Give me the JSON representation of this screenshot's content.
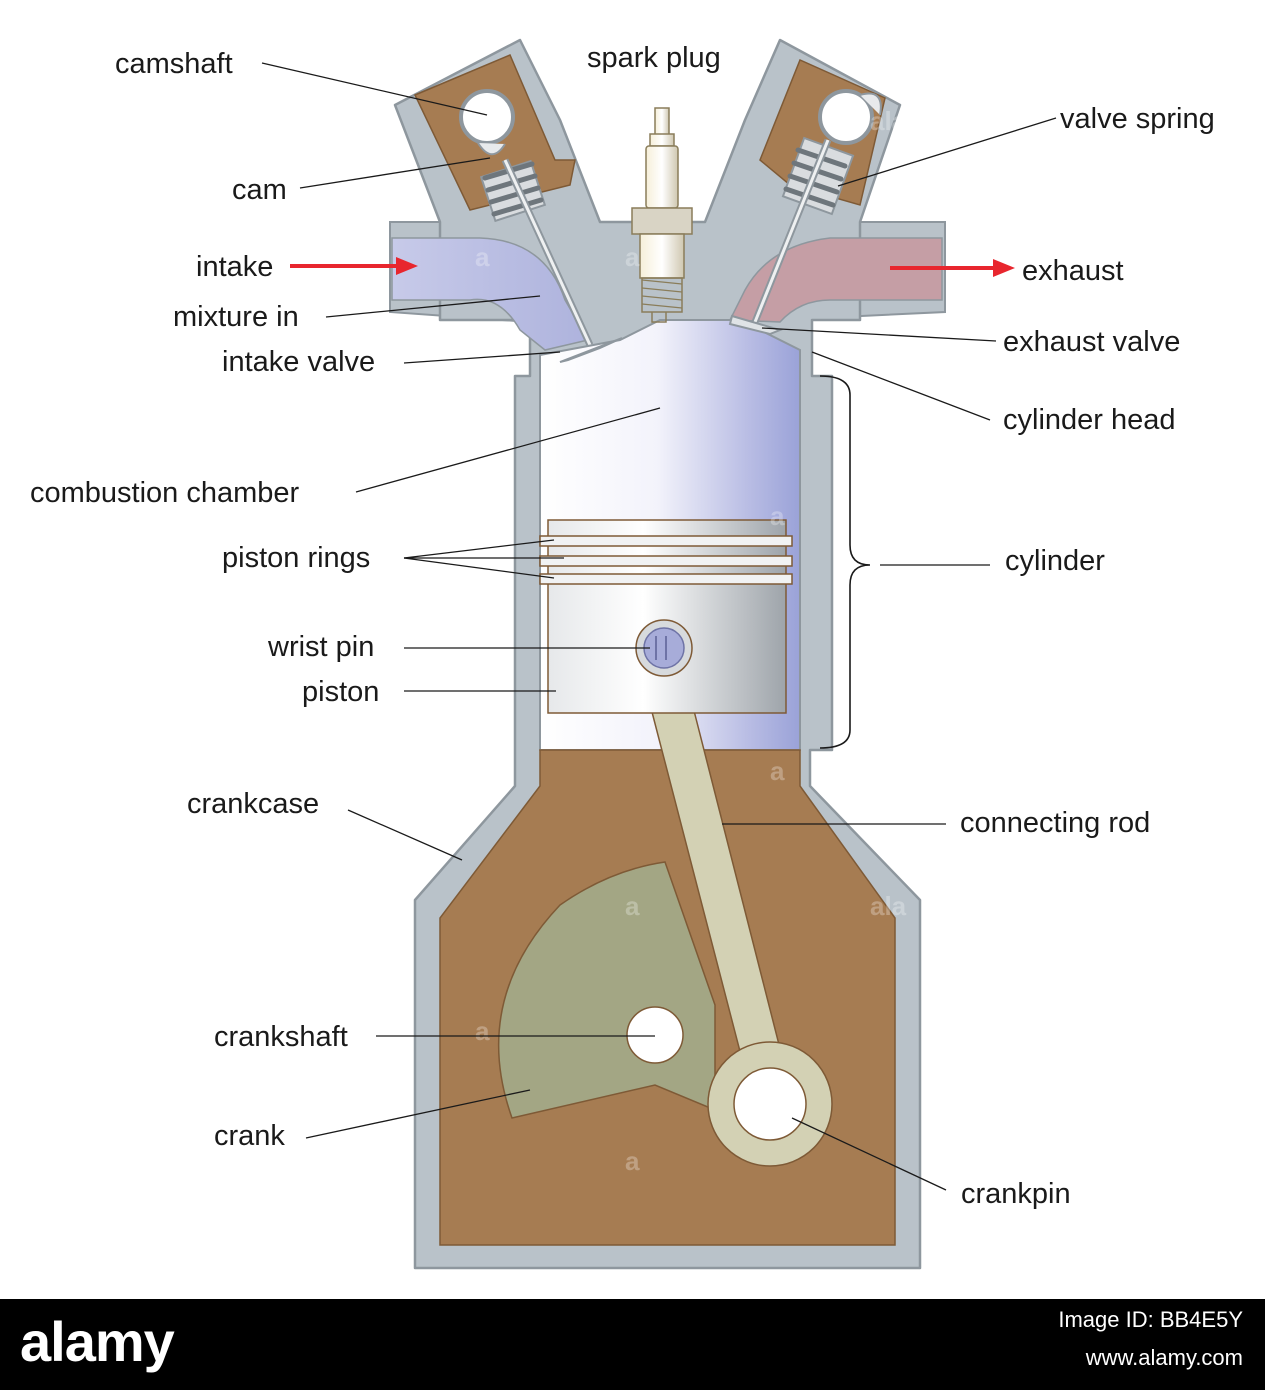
{
  "labels": {
    "camshaft": "camshaft",
    "spark_plug": "spark plug",
    "valve_spring": "valve spring",
    "cam": "cam",
    "intake": "intake",
    "exhaust": "exhaust",
    "mixture_in": "mixture in",
    "exhaust_valve": "exhaust valve",
    "intake_valve": "intake valve",
    "cylinder_head": "cylinder head",
    "combustion_chamber": "combustion chamber",
    "piston_rings": "piston rings",
    "cylinder": "cylinder",
    "wrist_pin": "wrist pin",
    "piston": "piston",
    "crankcase": "crankcase",
    "connecting_rod": "connecting rod",
    "crankshaft": "crankshaft",
    "crank": "crank",
    "crankpin": "crankpin"
  },
  "footer": {
    "logo": "alamy",
    "image_id": "Image ID: BB4E5Y",
    "url": "www.alamy.com"
  },
  "colors": {
    "casing": "#b9c2c9",
    "casing_stroke": "#8e979e",
    "brown": "#a67c52",
    "crank": "#a3a684",
    "rod": "#d3d1b4",
    "intake_gas": "#c9cbea",
    "exhaust_gas": "#c59ea5",
    "arrow": "#e8262e"
  }
}
